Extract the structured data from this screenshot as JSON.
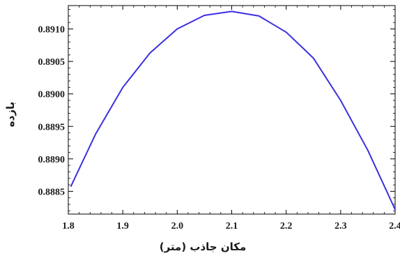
{
  "chart_data": {
    "type": "line",
    "title": "",
    "xlabel": "مکان جاذب (متر)",
    "ylabel": "بازده",
    "xlim": [
      1.8,
      2.4
    ],
    "ylim": [
      0.88815,
      0.89136
    ],
    "grid": false,
    "x_ticks": [
      "1.8",
      "1.9",
      "2.0",
      "2.1",
      "2.2",
      "2.3",
      "2.4"
    ],
    "y_ticks": [
      "0.8885",
      "0.8890",
      "0.8895",
      "0.8900",
      "0.8905",
      "0.8910"
    ],
    "series": [
      {
        "color": "#3a2fe0",
        "x": [
          1.805,
          1.85,
          1.9,
          1.95,
          2.0,
          2.05,
          2.1,
          2.15,
          2.2,
          2.25,
          2.3,
          2.35,
          2.4
        ],
        "y": [
          0.88858,
          0.88938,
          0.8901,
          0.89063,
          0.891,
          0.89121,
          0.89127,
          0.8912,
          0.89095,
          0.89055,
          0.8899,
          0.88913,
          0.88822
        ]
      }
    ]
  }
}
